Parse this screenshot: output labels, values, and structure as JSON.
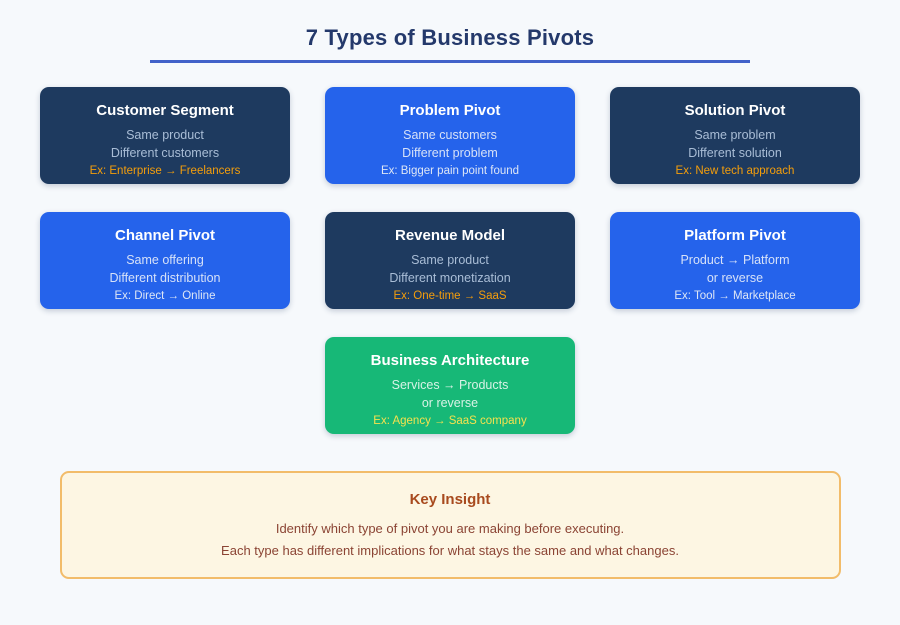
{
  "title": "7 Types of Business Pivots",
  "colors": {
    "page_background": "#f6f9fc",
    "title_text": "#24396b",
    "title_underline": "#4262c9",
    "card_navy": "#1e3a5f",
    "card_blue": "#2563eb",
    "card_green": "#17b877",
    "navy_example_text": "#f59e0b",
    "green_example_text": "#f6e14e",
    "insight_background": "#fdf6e3",
    "insight_border": "#f2bc6a",
    "insight_title_text": "#a84a1e",
    "insight_body_text": "#8b4434"
  },
  "cards": [
    {
      "title": "Customer Segment",
      "lines": [
        "Same product",
        "Different customers"
      ],
      "example": "Ex: Enterprise → Freelancers",
      "variant": "navy"
    },
    {
      "title": "Problem Pivot",
      "lines": [
        "Same customers",
        "Different problem"
      ],
      "example": "Ex: Bigger pain point found",
      "variant": "blue"
    },
    {
      "title": "Solution Pivot",
      "lines": [
        "Same problem",
        "Different solution"
      ],
      "example": "Ex: New tech approach",
      "variant": "navy"
    },
    {
      "title": "Channel Pivot",
      "lines": [
        "Same offering",
        "Different distribution"
      ],
      "example": "Ex: Direct → Online",
      "variant": "blue"
    },
    {
      "title": "Revenue Model",
      "lines": [
        "Same product",
        "Different monetization"
      ],
      "example": "Ex: One-time → SaaS",
      "variant": "navy"
    },
    {
      "title": "Platform Pivot",
      "lines": [
        "Product → Platform",
        "or reverse"
      ],
      "example": "Ex: Tool → Marketplace",
      "variant": "blue"
    },
    {
      "title": "Business Architecture",
      "lines": [
        "Services → Products",
        "or reverse"
      ],
      "example": "Ex: Agency → SaaS company",
      "variant": "green"
    }
  ],
  "insight": {
    "title": "Key Insight",
    "lines": [
      "Identify which type of pivot you are making before executing.",
      "Each type has different implications for what stays the same and what changes."
    ]
  }
}
